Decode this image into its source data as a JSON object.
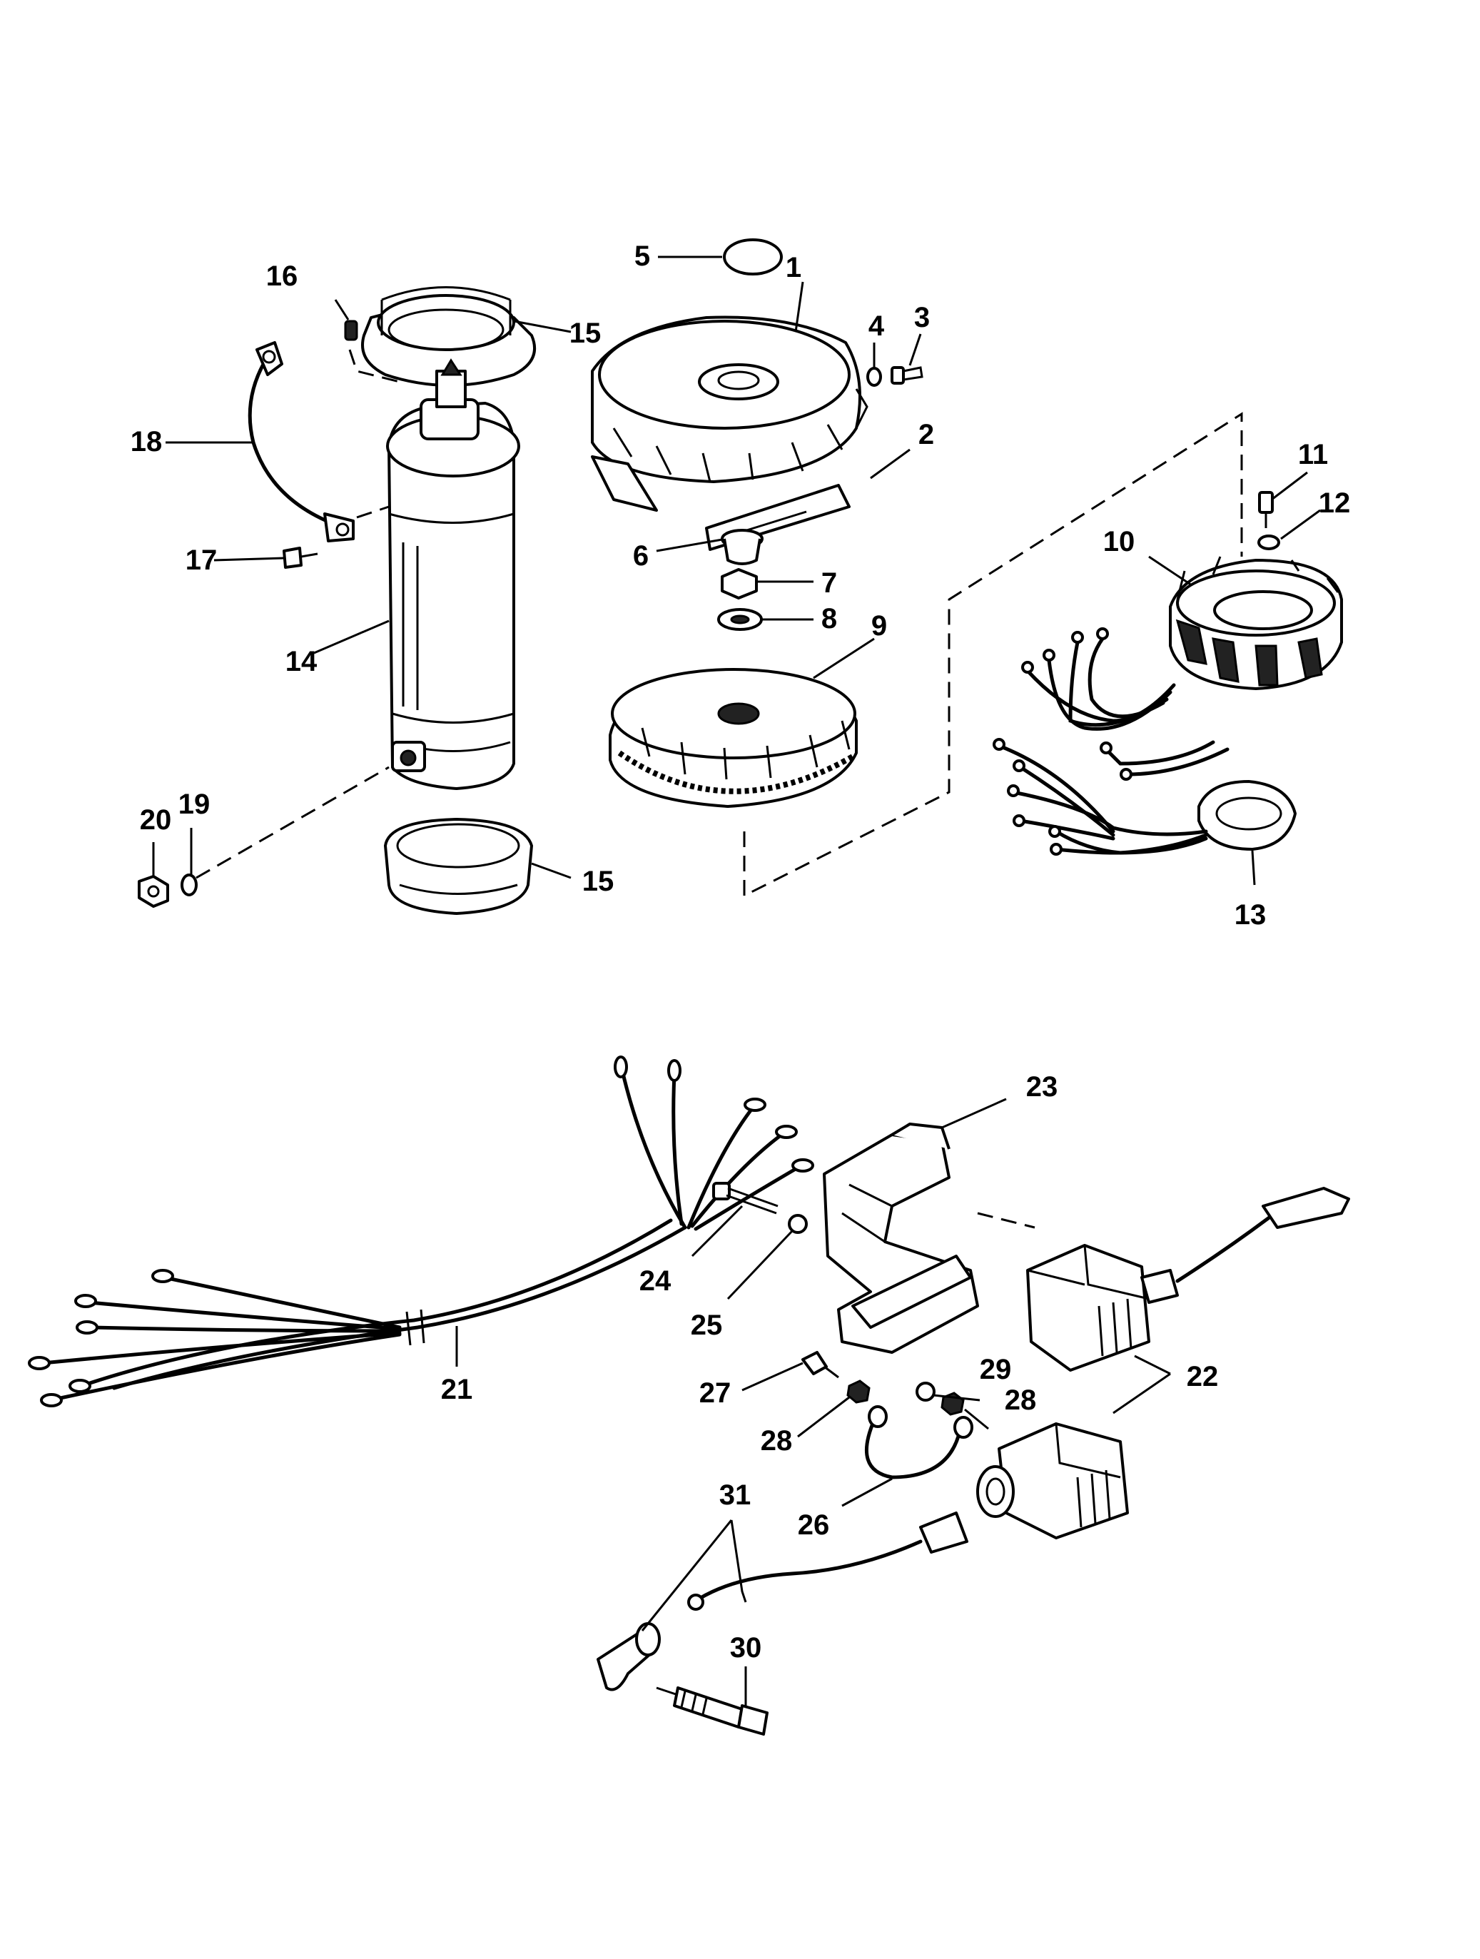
{
  "callouts": {
    "c1": "1",
    "c2": "2",
    "c3": "3",
    "c4": "4",
    "c5": "5",
    "c6": "6",
    "c7": "7",
    "c8": "8",
    "c9": "9",
    "c10": "10",
    "c11": "11",
    "c12": "12",
    "c13": "13",
    "c14": "14",
    "c15a": "15",
    "c15b": "15",
    "c16": "16",
    "c17": "17",
    "c18": "18",
    "c19": "19",
    "c20": "20",
    "c21": "21",
    "c22": "22",
    "c23": "23",
    "c24": "24",
    "c25": "25",
    "c26": "26",
    "c27": "27",
    "c28a": "28",
    "c28b": "28",
    "c29": "29",
    "c30": "30",
    "c31": "31"
  }
}
